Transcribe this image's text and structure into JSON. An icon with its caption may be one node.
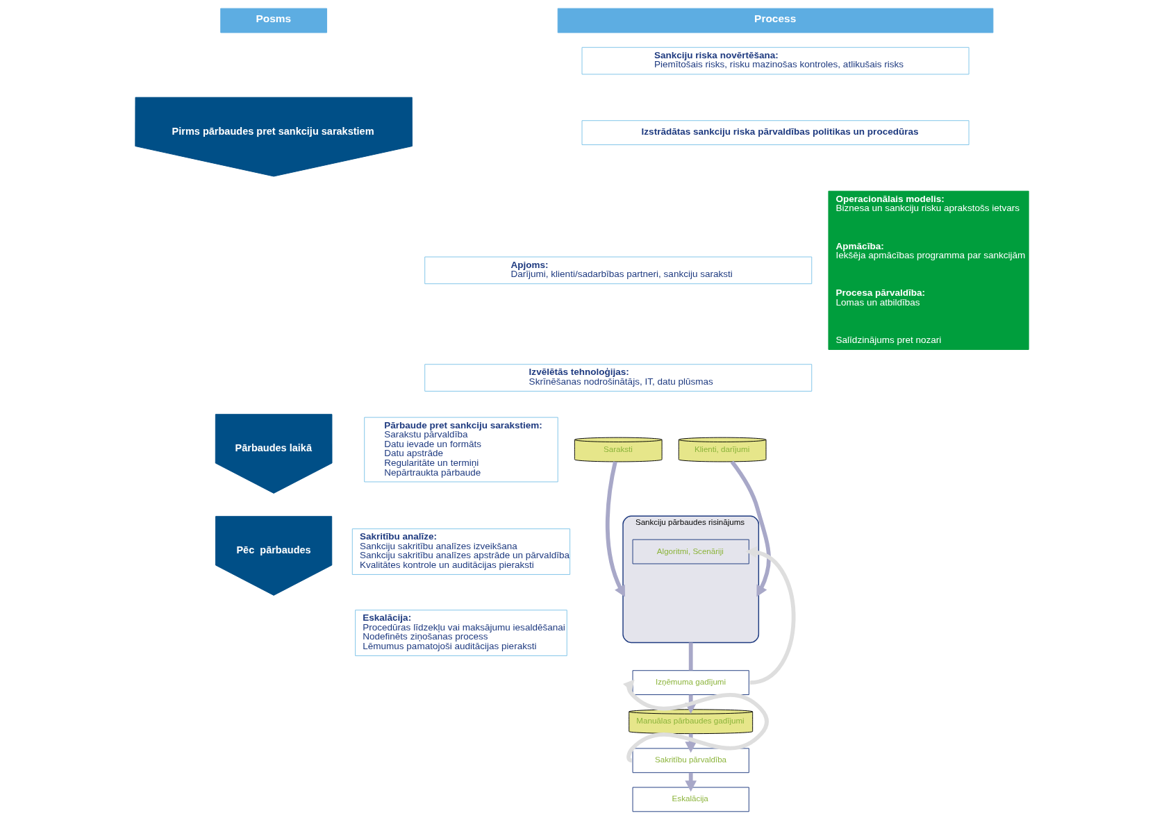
{
  "diagram": {
    "nodes": [
      {
        "text": [
          "Posms"
        ]
      },
      {
        "text": [
          "Process"
        ]
      },
      {
        "text": [
          "Pirms pārbaudes pret sankciju sarakstiem"
        ]
      },
      {
        "text": [
          "Pārbaudes laikā"
        ]
      },
      {
        "text": [
          "Pēc  pārbaudes"
        ]
      },
      {
        "text": [
          "Sankciju riska novērtēšana:",
          "Piemītošais risks, risku mazinošas kontroles, atlikušais risks"
        ]
      },
      {
        "text": [
          "Izstrādātas sankciju riska pārvaldības politikas un procedūras"
        ]
      },
      {
        "text": [
          "Apjoms:",
          "Darījumi, klienti/sadarbības partneri, sankciju saraksti"
        ]
      },
      {
        "text": [
          "Izvēlētās tehnoloģijas:",
          "Skrīnēšanas nodrošinātājs, IT, datu plūsmas"
        ]
      },
      {
        "text": [
          "Pārbaude pret sankciju sarakstiem:",
          "Sarakstu pārvaldība",
          "Datu ievade un formāts",
          "Datu apstrāde",
          "Regularitāte un termiņi",
          "Nepārtraukta pārbaude"
        ]
      },
      {
        "text": [
          "Sakritību analīze:",
          "Sankciju sakritību analīzes izveikšana",
          "Sankciju sakritību analīzes apstrāde un pārvaldība",
          "Kvalitātes kontrole un auditācijas pieraksti"
        ]
      },
      {
        "text": [
          "Eskalācija:",
          "Procedūras līdzekļu vai maksājumu iesaldēšanai",
          "Nodefinēts ziņošanas process",
          "Lēmumus pamatojoši auditācijas pieraksti"
        ]
      },
      {
        "text": [
          "Operacionālais modelis:",
          "Biznesa un sankciju risku aprakstošs ietvars",
          "Apmācība:",
          "Iekšēja apmācības programma par sankcijām",
          "Procesa pārvaldība:",
          "Lomas un atbildības",
          "Salīdzinājums pret nozari"
        ]
      },
      {
        "text": [
          "Saraksti"
        ]
      },
      {
        "text": [
          "Klienti, darījumi"
        ]
      },
      {
        "text": [
          "Sankciju pārbaudes risinājums"
        ]
      },
      {
        "text": [
          "Algoritmi, Scenāriji"
        ],
        "in": 15
      },
      {
        "text": [
          "Izņēmuma gadījumi"
        ]
      },
      {
        "text": [
          "Manuālas pārbaudes gadījumi"
        ]
      },
      {
        "text": [
          "Sakritību pārvaldība"
        ]
      },
      {
        "text": [
          "Eskalācija"
        ]
      }
    ],
    "edges": [
      {
        "from": 13,
        "to": 15,
        "arrow": "to"
      },
      {
        "from": 14,
        "to": 15,
        "arrow": "to"
      },
      {
        "from": 15,
        "to": 17,
        "arrow": "none"
      },
      {
        "from": 17,
        "to": 16,
        "arrow": "to",
        "color": "#dedede"
      },
      {
        "from": 17,
        "to": 18,
        "arrow": "to"
      },
      {
        "from": 18,
        "to": 19,
        "arrow": "to"
      },
      {
        "from": 19,
        "to": 17,
        "arrow": "to",
        "color": "#dedede"
      },
      {
        "from": 19,
        "to": 20,
        "arrow": "to"
      }
    ]
  }
}
